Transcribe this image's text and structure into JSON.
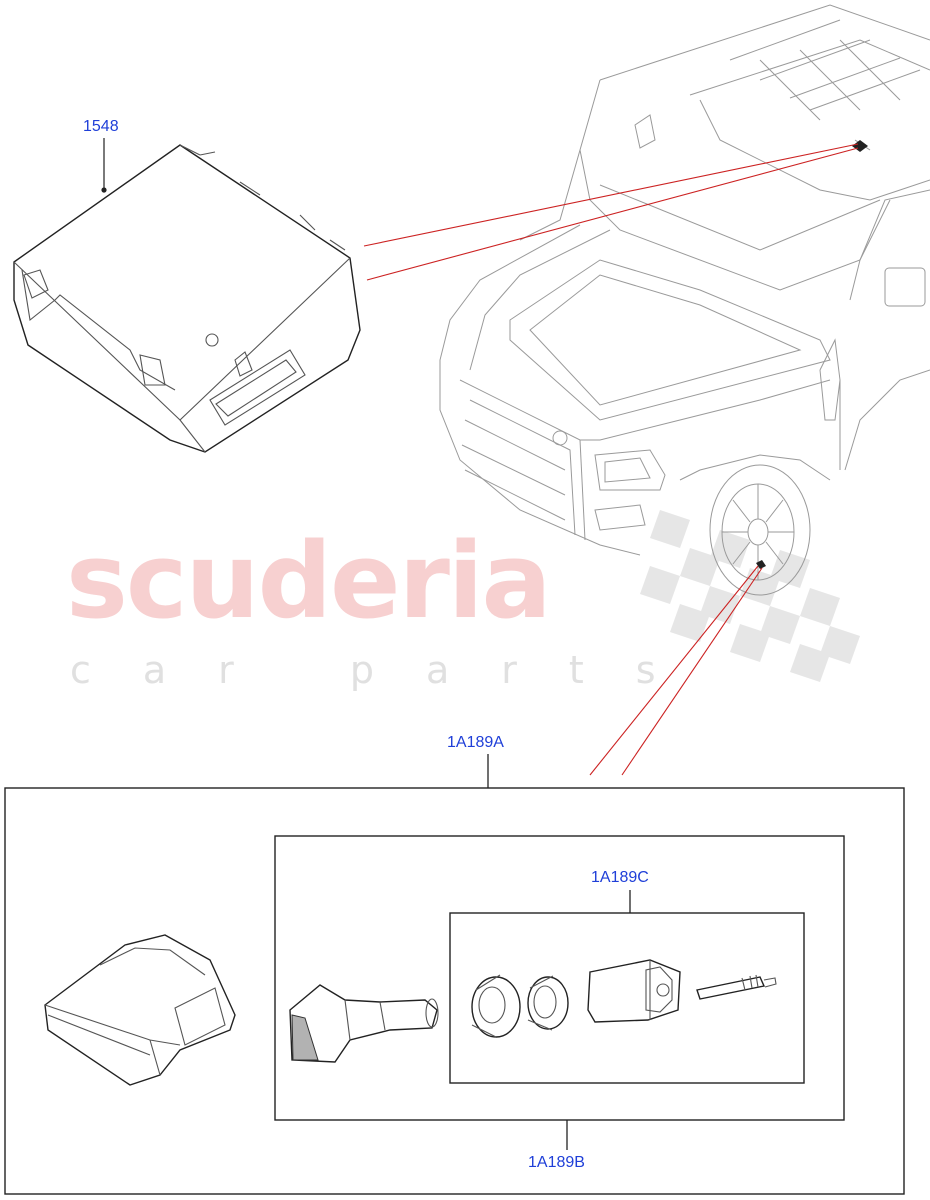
{
  "watermark": {
    "brand": "scuderia",
    "tagline": "car parts"
  },
  "callouts": {
    "module": "1548",
    "sensor_kit": "1A189A",
    "valve_kit": "1A189B",
    "service_kit": "1A189C"
  },
  "colors": {
    "callout_text": "#1f3fd8",
    "leader_lines": "#cc2222",
    "watermark_brand": "#f6c8c8",
    "watermark_tagline": "#e0e0e0"
  }
}
